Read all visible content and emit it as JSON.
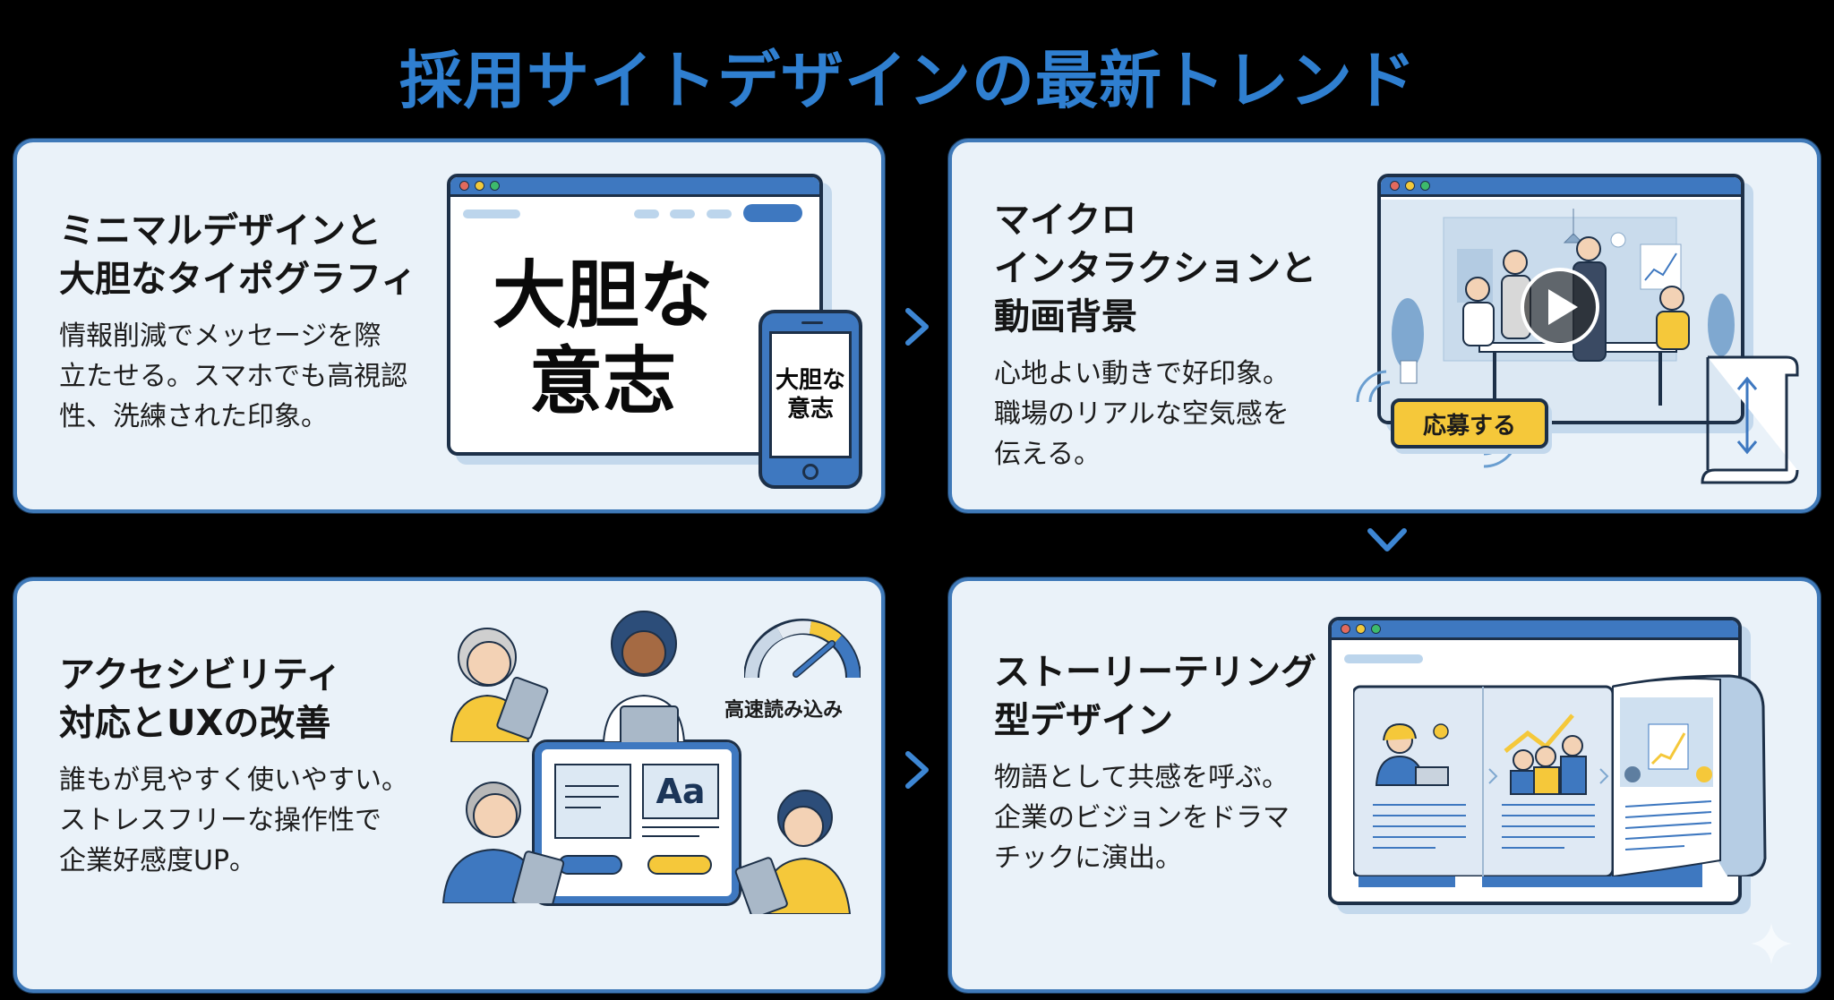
{
  "title": "採用サイトデザインの最新トレンド",
  "colors": {
    "title": "#2f7fd0",
    "panel_bg": "#eaf2f9",
    "panel_border": "#3f79b8",
    "accent_blue": "#3e78c0",
    "accent_yellow": "#f5c83a",
    "arrow": "#3d86d3"
  },
  "panels": [
    {
      "heading": "ミニマルデザインと\n大胆なタイポグラフィ",
      "description": "情報削減でメッセージを際\n立たせる。スマホでも高視認\n性、洗練された印象。",
      "illustration": {
        "browser_text": "大胆な\n意志",
        "phone_text": "大胆な\n意志"
      }
    },
    {
      "heading": "マイクロ\nインタラクションと\n動画背景",
      "description": "心地よい動きで好印象。\n職場のリアルな空気感を\n伝える。",
      "illustration": {
        "button_label": "応募する",
        "video_icon": "play-icon",
        "scroll_icon": "vertical-arrows-icon"
      }
    },
    {
      "heading": "アクセシビリティ\n対応とUXの改善",
      "description": "誰もが見やすく使いやすい。\nストレスフリーな操作性で\n企業好感度UP。",
      "illustration": {
        "font_sample": "Aa",
        "gauge_label": "高速読み込み"
      }
    },
    {
      "heading": "ストーリーテリング\n型デザイン",
      "description": "物語として共感を呼ぶ。\n企業のビジョンをドラマ\nチックに演出。",
      "illustration": {
        "steps": 3
      }
    }
  ],
  "flow_arrows": [
    "chevron-right-icon",
    "chevron-down-icon",
    "chevron-right-icon"
  ]
}
